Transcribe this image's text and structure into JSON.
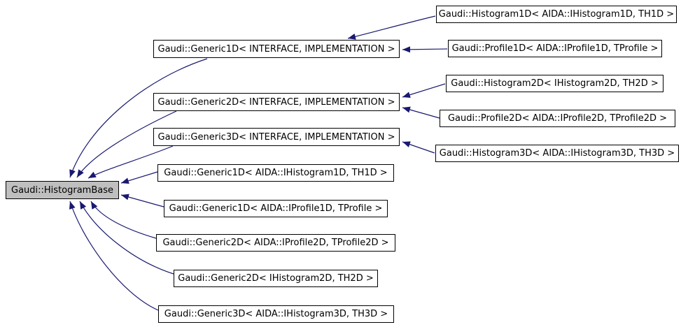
{
  "diagram": {
    "kind": "class-inheritance-graph",
    "colors": {
      "edge": "#191970",
      "node_background": "#ffffff",
      "highlight_background": "#bfbfbf",
      "node_border": "#000000",
      "text": "#000000"
    },
    "nodes": {
      "histogram_base": {
        "label": "Gaudi::HistogramBase",
        "highlighted": true
      },
      "generic1d_tpl": {
        "label": "Gaudi::Generic1D< INTERFACE, IMPLEMENTATION >"
      },
      "generic2d_tpl": {
        "label": "Gaudi::Generic2D< INTERFACE, IMPLEMENTATION >"
      },
      "generic3d_tpl": {
        "label": "Gaudi::Generic3D< INTERFACE, IMPLEMENTATION >"
      },
      "histogram1d": {
        "label": "Gaudi::Histogram1D< AIDA::IHistogram1D, TH1D >"
      },
      "profile1d": {
        "label": "Gaudi::Profile1D< AIDA::IProfile1D, TProfile >"
      },
      "histogram2d": {
        "label": "Gaudi::Histogram2D< IHistogram2D, TH2D >"
      },
      "profile2d": {
        "label": "Gaudi::Profile2D< AIDA::IProfile2D, TProfile2D >"
      },
      "histogram3d": {
        "label": "Gaudi::Histogram3D< AIDA::IHistogram3D, TH3D >"
      },
      "generic1d_h1d": {
        "label": "Gaudi::Generic1D< AIDA::IHistogram1D, TH1D >"
      },
      "generic1d_p1d": {
        "label": "Gaudi::Generic1D< AIDA::IProfile1D, TProfile >"
      },
      "generic2d_p2d": {
        "label": "Gaudi::Generic2D< AIDA::IProfile2D, TProfile2D >"
      },
      "generic2d_h2d": {
        "label": "Gaudi::Generic2D< IHistogram2D, TH2D >"
      },
      "generic3d_h3d": {
        "label": "Gaudi::Generic3D< AIDA::IHistogram3D, TH3D >"
      }
    },
    "edges": [
      {
        "from": "generic1d_tpl",
        "to": "histogram_base"
      },
      {
        "from": "generic2d_tpl",
        "to": "histogram_base"
      },
      {
        "from": "generic3d_tpl",
        "to": "histogram_base"
      },
      {
        "from": "generic1d_h1d",
        "to": "histogram_base"
      },
      {
        "from": "generic1d_p1d",
        "to": "histogram_base"
      },
      {
        "from": "generic2d_p2d",
        "to": "histogram_base"
      },
      {
        "from": "generic2d_h2d",
        "to": "histogram_base"
      },
      {
        "from": "generic3d_h3d",
        "to": "histogram_base"
      },
      {
        "from": "histogram1d",
        "to": "generic1d_tpl"
      },
      {
        "from": "profile1d",
        "to": "generic1d_tpl"
      },
      {
        "from": "histogram2d",
        "to": "generic2d_tpl"
      },
      {
        "from": "profile2d",
        "to": "generic2d_tpl"
      },
      {
        "from": "histogram3d",
        "to": "generic3d_tpl"
      }
    ]
  }
}
